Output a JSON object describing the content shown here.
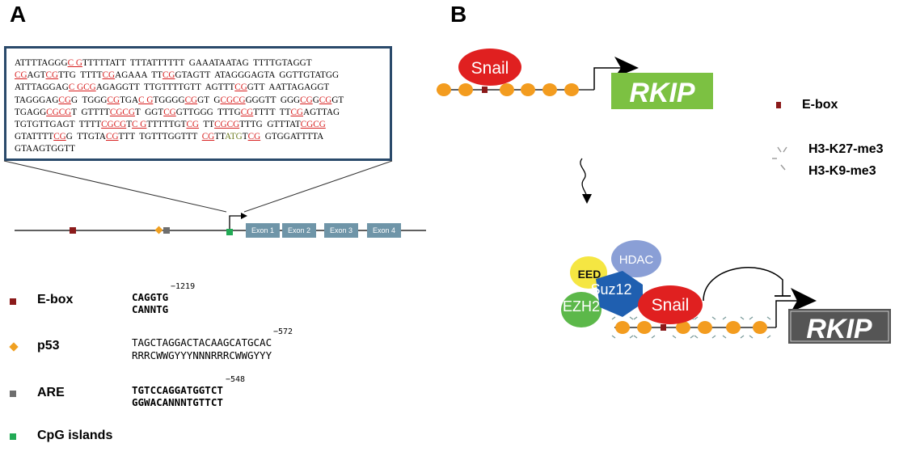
{
  "panels": {
    "a": "A",
    "b": "B"
  },
  "sequence": [
    [
      [
        "ATTTTAGGG",
        ""
      ],
      [
        "C G",
        "r"
      ],
      [
        "TTTTTATT  TTTATTTTTT  GAAATAATAG  TTTTGTAGGT",
        ""
      ]
    ],
    [
      [
        "CG",
        "r"
      ],
      [
        "AGT",
        ""
      ],
      [
        "CG",
        "r"
      ],
      [
        "TTG  TTTT",
        ""
      ],
      [
        "CG",
        "r"
      ],
      [
        "AGAAA  TT",
        ""
      ],
      [
        "CG",
        "r"
      ],
      [
        "GTAGTT  ATAGGGAGTA  GGTTGTATGG",
        ""
      ]
    ],
    [
      [
        "ATTTAGGAG",
        ""
      ],
      [
        "C GCG",
        "r"
      ],
      [
        "AGAGGTT  TTGTTTTGTT  AGTTT",
        ""
      ],
      [
        "CG",
        "r"
      ],
      [
        "GTT  AATTAGAGGT",
        ""
      ]
    ],
    [
      [
        "TAGGGAG",
        ""
      ],
      [
        "CG",
        "r"
      ],
      [
        "G  TGGG",
        ""
      ],
      [
        "CG",
        "r"
      ],
      [
        "TGA",
        ""
      ],
      [
        "C G",
        "r"
      ],
      [
        "TGGGG",
        ""
      ],
      [
        "CG",
        "r"
      ],
      [
        "GT  G",
        ""
      ],
      [
        "CGCG",
        "r"
      ],
      [
        "GGGTT  GGG",
        ""
      ],
      [
        "CG",
        "r"
      ],
      [
        "G",
        ""
      ],
      [
        "CG",
        "r"
      ],
      [
        "GT",
        ""
      ]
    ],
    [
      [
        "TGAGG",
        ""
      ],
      [
        "CGCG",
        "r"
      ],
      [
        "T  GTTTT",
        ""
      ],
      [
        "CGCG",
        "r"
      ],
      [
        "T  GGT",
        ""
      ],
      [
        "CG",
        "r"
      ],
      [
        "GTTGGG  TTTG",
        ""
      ],
      [
        "CG",
        "r"
      ],
      [
        "TTTT  TT",
        ""
      ],
      [
        "CG",
        "r"
      ],
      [
        "AGTTAG",
        ""
      ]
    ],
    [
      [
        "TGTGTTGAGT  TTTT",
        ""
      ],
      [
        "CGCG",
        "r"
      ],
      [
        "T",
        ""
      ],
      [
        "C G",
        "r"
      ],
      [
        "TTTTTGT",
        ""
      ],
      [
        "CG",
        "r"
      ],
      [
        "  TT",
        ""
      ],
      [
        "CGCG",
        "r"
      ],
      [
        "TTTG  GTTTAT",
        ""
      ],
      [
        "CGCG",
        "r"
      ]
    ],
    [
      [
        "GTATTTT",
        ""
      ],
      [
        "CG",
        "r"
      ],
      [
        "G  TTGTA",
        ""
      ],
      [
        "CG",
        "r"
      ],
      [
        "TTT  TGTTTGGTTT  ",
        ""
      ],
      [
        "CG",
        "r"
      ],
      [
        "TT",
        ""
      ],
      [
        "ATG",
        "g"
      ],
      [
        "T",
        ""
      ],
      [
        "CG",
        "r"
      ],
      [
        "  GTGGATTTTA",
        ""
      ]
    ],
    [
      [
        "GTAAGTGGTT",
        ""
      ]
    ]
  ],
  "gene_map": {
    "exons": [
      "Exon 1",
      "Exon 2",
      "Exon 3",
      "Exon 4"
    ]
  },
  "legend": [
    {
      "label": "E-box",
      "color": "#8b1a1a",
      "shape": "square",
      "seq1": "CAGGTG",
      "sup": "−1219",
      "seq2": "CANNTG",
      "bold": true
    },
    {
      "label": "p53",
      "color": "#f0a020",
      "shape": "diamond",
      "seq1": "TAGCTAGGACTACAAGCATGCAC",
      "sup": "−572",
      "seq2": "RRRCWWGYYYNNNRRRCWWGYYY",
      "bold": false
    },
    {
      "label": "ARE",
      "color": "#6e6e6e",
      "shape": "square",
      "seq1": "TGTCCAGGATGGTCT",
      "sup": "−548",
      "seq2": "GGWACANNNTGTTCT",
      "bold": true
    },
    {
      "label": "CpG islands",
      "color": "#22aa55",
      "shape": "square",
      "seq1": "",
      "sup": "",
      "seq2": "",
      "bold": false
    }
  ],
  "panel_b": {
    "snail": "Snail",
    "gene": "RKIP",
    "key_ebox": "E-box",
    "key_k27": "H3-K27-me3",
    "key_k9": "H3-K9-me3",
    "eed": "EED",
    "hdac": "HDAC",
    "suz12": "Suz12",
    "ezh2": "EZH2",
    "colors": {
      "snail": "#e02020",
      "gene_active": "#7cc142",
      "gene_silenced": "#555555",
      "nucleosome": "#f39c1f",
      "ebox": "#8b1a1a",
      "eed": "#f5e642",
      "hdac": "#8a9fd6",
      "suz12": "#1f5fb0",
      "ezh2": "#5cb84a"
    }
  }
}
